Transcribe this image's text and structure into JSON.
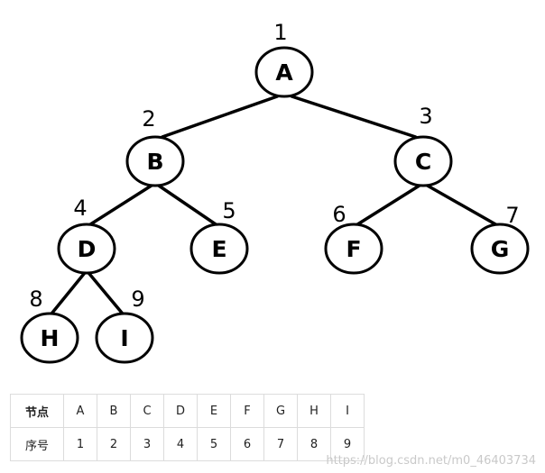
{
  "tree": {
    "nodes": [
      {
        "id": "A",
        "index": "1"
      },
      {
        "id": "B",
        "index": "2"
      },
      {
        "id": "C",
        "index": "3"
      },
      {
        "id": "D",
        "index": "4"
      },
      {
        "id": "E",
        "index": "5"
      },
      {
        "id": "F",
        "index": "6"
      },
      {
        "id": "G",
        "index": "7"
      },
      {
        "id": "H",
        "index": "8"
      },
      {
        "id": "I",
        "index": "9"
      }
    ],
    "edges": [
      {
        "from": "A",
        "to": "B"
      },
      {
        "from": "A",
        "to": "C"
      },
      {
        "from": "B",
        "to": "D"
      },
      {
        "from": "B",
        "to": "E"
      },
      {
        "from": "C",
        "to": "F"
      },
      {
        "from": "C",
        "to": "G"
      },
      {
        "from": "D",
        "to": "H"
      },
      {
        "from": "D",
        "to": "I"
      }
    ]
  },
  "table": {
    "row1_header": "节点",
    "row2_header": "序号",
    "nodes": [
      "A",
      "B",
      "C",
      "D",
      "E",
      "F",
      "G",
      "H",
      "I"
    ],
    "indices": [
      "1",
      "2",
      "3",
      "4",
      "5",
      "6",
      "7",
      "8",
      "9"
    ]
  },
  "watermark": "https://blog.csdn.net/m0_46403734"
}
